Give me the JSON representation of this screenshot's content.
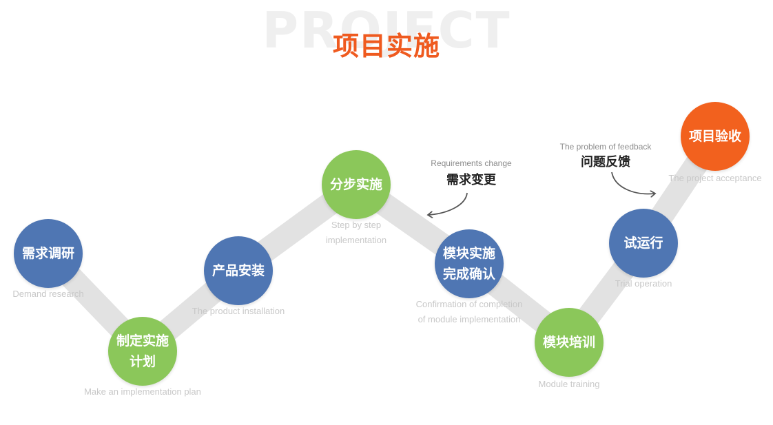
{
  "bg_word": "PROJECT",
  "title": "项目实施",
  "colors": {
    "blue": "#4f76b3",
    "green": "#8bc75a",
    "orange": "#f2611e",
    "track": "#e2e2e2",
    "title": "#ef5a1f"
  },
  "steps": [
    {
      "label": "需求调研",
      "caption": "Demand research",
      "color": "#4f76b3"
    },
    {
      "label": "制定实施计划",
      "caption": "Make an implementation plan",
      "color": "#8bc75a"
    },
    {
      "label": "产品安装",
      "caption": "The product installation",
      "color": "#4f76b3"
    },
    {
      "label": "分步实施",
      "caption": "Step by step implementation",
      "color": "#8bc75a"
    },
    {
      "label": "模块实施完成确认",
      "caption": "Confirmation of completion of module implementation",
      "color": "#4f76b3"
    },
    {
      "label": "模块培训",
      "caption": "Module training",
      "color": "#8bc75a"
    },
    {
      "label": "试运行",
      "caption": "Trial operation",
      "color": "#4f76b3"
    },
    {
      "label": "项目验收",
      "caption": "The project acceptance",
      "color": "#f2611e"
    }
  ],
  "notes": [
    {
      "en": "Requirements change",
      "cn": "需求变更"
    },
    {
      "en": "The problem of feedback",
      "cn": "问题反馈"
    }
  ]
}
